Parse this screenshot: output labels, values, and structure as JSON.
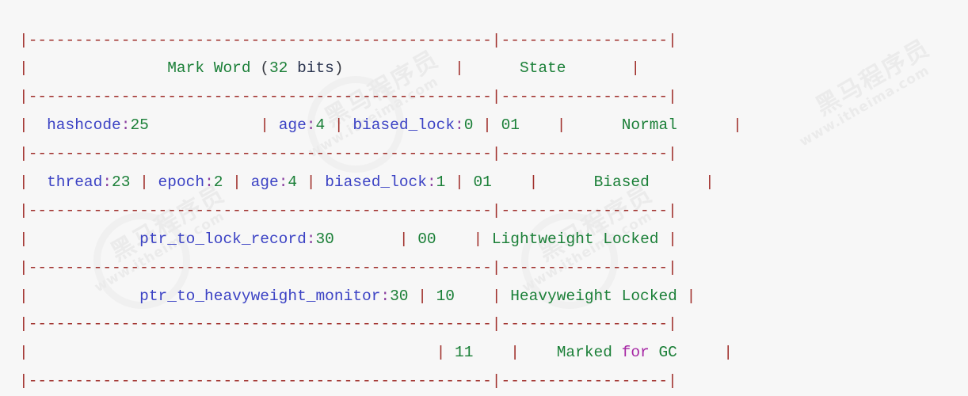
{
  "document": {
    "title": "Mark Word (32 bits) layout table",
    "kind": "ascii-art-table",
    "background_color": "#f7f7f7"
  },
  "palette": {
    "rule": "#a0302c",
    "identifier": "#3b42c4",
    "number": "#1a7f37",
    "word": "#1a7f37",
    "keyword": "#a626a4",
    "punctuation": "#8a3fa0",
    "paren": "#383a42",
    "plain": "#2b3550",
    "watermark": "#ebebeb"
  },
  "table": {
    "separator_line": "|--------------------------------------------------|------------------|",
    "columns": [
      "Mark Word (32 bits)",
      "State"
    ],
    "header": {
      "mark_word": "Mark Word (32 bits)",
      "mark_word_parts": {
        "name": "Mark Word",
        "open_paren": "(",
        "bits_value": "32",
        "bits_label": "bits",
        "close_paren": ")"
      },
      "state": "State"
    },
    "rows": [
      {
        "state": "Normal",
        "lock_bits": "01",
        "fields": [
          {
            "name": "hashcode",
            "width": "25"
          },
          {
            "name": "age",
            "width": "4"
          },
          {
            "name": "biased_lock",
            "width": "0"
          }
        ]
      },
      {
        "state": "Biased",
        "lock_bits": "01",
        "fields": [
          {
            "name": "thread",
            "width": "23"
          },
          {
            "name": "epoch",
            "width": "2"
          },
          {
            "name": "age",
            "width": "4"
          },
          {
            "name": "biased_lock",
            "width": "1"
          }
        ]
      },
      {
        "state": "Lightweight Locked",
        "lock_bits": "00",
        "fields": [
          {
            "name": "ptr_to_lock_record",
            "width": "30"
          }
        ]
      },
      {
        "state": "Heavyweight Locked",
        "lock_bits": "10",
        "fields": [
          {
            "name": "ptr_to_heavyweight_monitor",
            "width": "30"
          }
        ]
      },
      {
        "state": "Marked for GC",
        "state_parts": {
          "before": "Marked",
          "keyword": "for",
          "after": "GC"
        },
        "lock_bits": "11",
        "fields": []
      }
    ]
  },
  "watermarks": [
    {
      "text": "黑马程序员",
      "size": "big"
    },
    {
      "text": "www.itheima.com",
      "size": "small"
    }
  ]
}
